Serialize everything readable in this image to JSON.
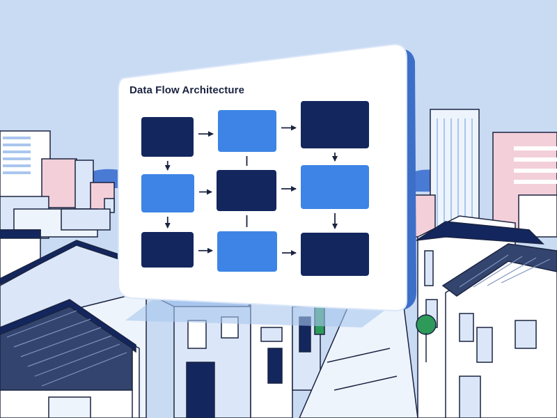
{
  "diagram": {
    "title": "Data Flow Architecture",
    "colors": {
      "dark_node": "#13265e",
      "light_node": "#3d84e6",
      "arrow": "#1a2340",
      "panel": "#ffffff",
      "sky": "#c9dbf3"
    },
    "nodes": [
      {
        "id": "r1c1",
        "fill": "dark"
      },
      {
        "id": "r1c2",
        "fill": "light"
      },
      {
        "id": "r1c3",
        "fill": "dark"
      },
      {
        "id": "r2c1",
        "fill": "light"
      },
      {
        "id": "r2c2",
        "fill": "dark"
      },
      {
        "id": "r2c3",
        "fill": "light"
      },
      {
        "id": "r3c1",
        "fill": "dark"
      },
      {
        "id": "r3c2",
        "fill": "light"
      },
      {
        "id": "r3c3",
        "fill": "dark"
      }
    ],
    "edges": [
      {
        "from": "r1c1",
        "to": "r1c2",
        "arrow": true
      },
      {
        "from": "r1c2",
        "to": "r1c3",
        "arrow": true
      },
      {
        "from": "r2c1",
        "to": "r2c2",
        "arrow": true
      },
      {
        "from": "r2c2",
        "to": "r2c3",
        "arrow": true
      },
      {
        "from": "r3c1",
        "to": "r3c2",
        "arrow": true
      },
      {
        "from": "r3c2",
        "to": "r3c3",
        "arrow": true
      },
      {
        "from": "r1c1",
        "to": "r2c1",
        "arrow": true
      },
      {
        "from": "r2c1",
        "to": "r3c1",
        "arrow": true
      },
      {
        "from": "r1c3",
        "to": "r2c3",
        "arrow": true
      },
      {
        "from": "r2c3",
        "to": "r3c3",
        "arrow": true
      },
      {
        "from": "r1c2",
        "to": "r2c2",
        "arrow": false
      },
      {
        "from": "r2c2",
        "to": "r3c2",
        "arrow": false
      }
    ]
  }
}
